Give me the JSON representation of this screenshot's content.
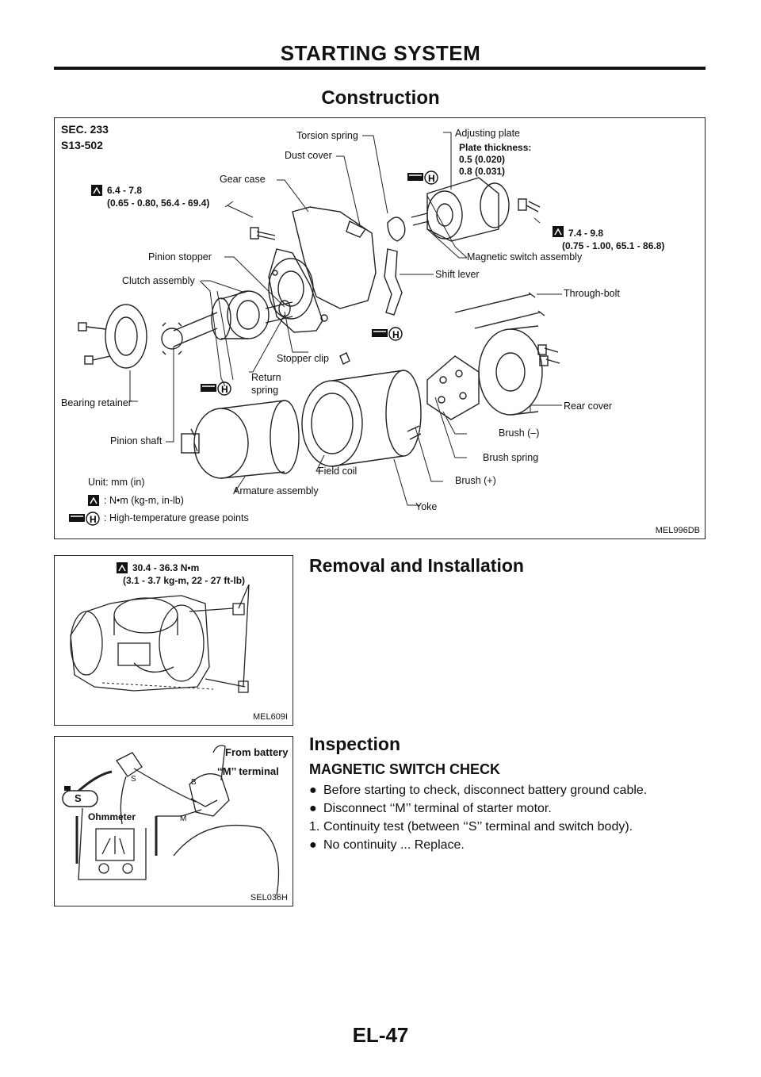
{
  "header": {
    "title": "STARTING SYSTEM"
  },
  "construction": {
    "title": "Construction",
    "figure": {
      "sec": "SEC. 233",
      "code": "S13-502",
      "fig_id": "MEL996DB",
      "torque_1": {
        "value": "6.4 - 7.8",
        "conv": "(0.65 - 0.80, 56.4 - 69.4)"
      },
      "torque_2": {
        "value": "7.4 - 9.8",
        "conv": "(0.75 - 1.00, 65.1 - 86.8)"
      },
      "plate": {
        "title": "Plate thickness:",
        "v1": "0.5 (0.020)",
        "v2": "0.8 (0.031)"
      },
      "labels": {
        "torsion_spring": "Torsion spring",
        "adjusting_plate": "Adjusting plate",
        "dust_cover": "Dust cover",
        "gear_case": "Gear case",
        "pinion_stopper": "Pinion stopper",
        "clutch_assembly": "Clutch assembly",
        "magnetic_switch": "Magnetic switch assembly",
        "shift_lever": "Shift lever",
        "through_bolt": "Through-bolt",
        "stopper_clip": "Stopper clip",
        "return_spring_1": "Return",
        "return_spring_2": "spring",
        "bearing_retainer": "Bearing retainer",
        "rear_cover": "Rear cover",
        "pinion_shaft": "Pinion shaft",
        "brush_minus": "Brush (–)",
        "brush_spring": "Brush spring",
        "field_coil": "Field coil",
        "brush_plus": "Brush (+)",
        "armature": "Armature assembly",
        "yoke": "Yoke"
      },
      "legend": {
        "unit": "Unit: mm (in)",
        "torque": ": N•m (kg-m, in-lb)",
        "grease": ": High-temperature grease points"
      }
    }
  },
  "removal": {
    "title": "Removal and Installation",
    "figure": {
      "fig_id": "MEL609I",
      "torque_value": "30.4 - 36.3 N•m",
      "torque_conv": "(3.1 - 3.7 kg-m, 22 - 27 ft-lb)"
    }
  },
  "inspection": {
    "title": "Inspection",
    "subtitle": "MAGNETIC SWITCH CHECK",
    "figure": {
      "fig_id": "SEL036H",
      "from_battery": "From battery",
      "m_terminal": "‘‘M’’ terminal",
      "ohmmeter": "Ohmmeter",
      "s": "S",
      "s_small": "S",
      "m": "M",
      "b": "B"
    },
    "items": [
      {
        "marker": "●",
        "text": "Before starting to check, disconnect battery ground cable."
      },
      {
        "marker": "●",
        "text": "Disconnect ‘‘M’’ terminal of starter motor."
      },
      {
        "marker": "1.",
        "text": "Continuity test (between ‘‘S’’ terminal and switch body)."
      },
      {
        "marker": "●",
        "text": "No continuity ... Replace."
      }
    ]
  },
  "footer": {
    "page_code": "EL-47"
  }
}
